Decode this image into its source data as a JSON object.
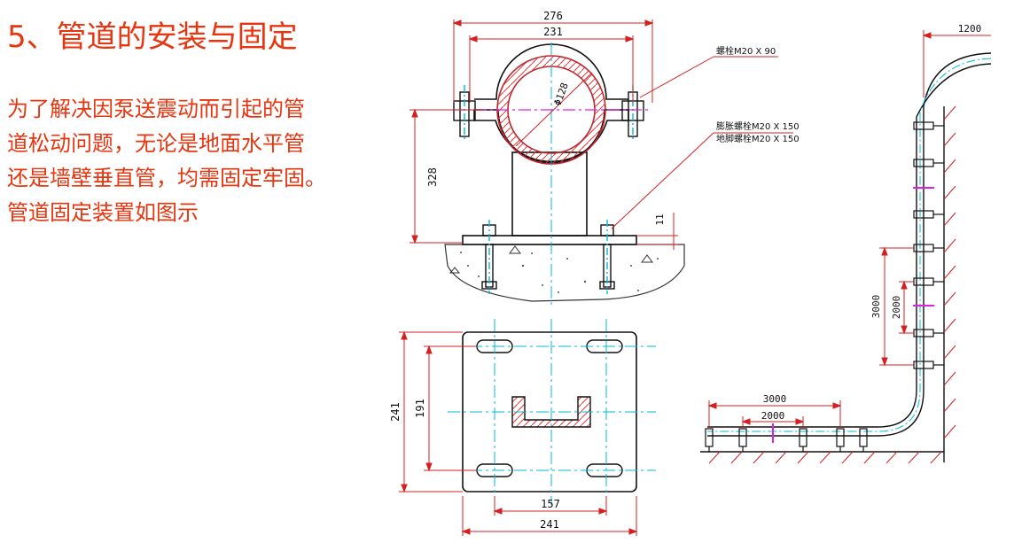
{
  "slide": {
    "title": "5、管道的安装与固定",
    "body_lines": [
      "为了解决因泵送震动而引起的管",
      "道松动问题，无论是地面水平管",
      "还是墙壁垂直管，均需固定牢固。",
      "管道固定装置如图示"
    ]
  },
  "drawing": {
    "support_elevation": {
      "dim_overall_width": "276",
      "dim_bolt_span": "231",
      "dim_pipe_diameter": "Φ128",
      "dim_height": "328",
      "dim_plate_thickness": "11"
    },
    "callouts": {
      "clamp_bolt": "螺栓M20 X 90",
      "expansion_bolt": "膨胀螺栓M20 X 150",
      "anchor_bolt": "地脚螺栓M20 X 150"
    },
    "base_plate_plan": {
      "dim_outer_height": "241",
      "dim_slot_span_vertical": "191",
      "dim_slot_span_horizontal": "157",
      "dim_outer_width": "241"
    },
    "pipe_route": {
      "dim_top_offset": "1200",
      "dim_vertical_support_spacing": "3000",
      "dim_vertical_clamp_spacing": "2000",
      "dim_horizontal_support_spacing": "3000",
      "dim_horizontal_clamp_spacing": "2000"
    }
  }
}
